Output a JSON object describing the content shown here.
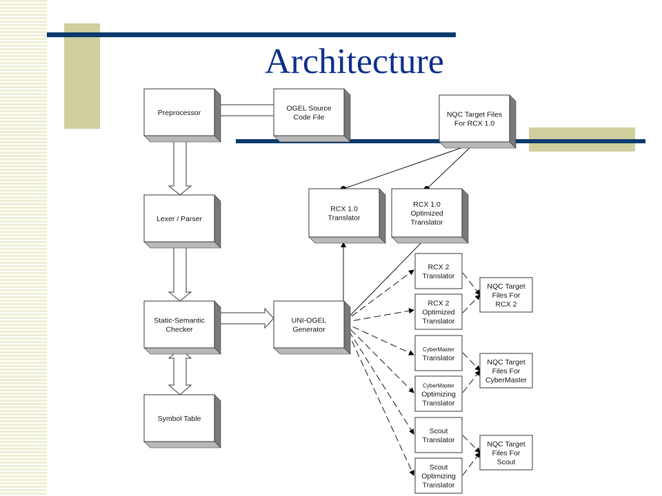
{
  "slide": {
    "title": "Architecture",
    "colors": {
      "title": "#0d2f8a",
      "accent_bar": "#0d3a6e",
      "accent_block": "#cfcf9f",
      "stripes": "#eeeed2"
    }
  },
  "boxes": {
    "preprocessor": [
      "Preprocessor"
    ],
    "ogel_source": [
      "OGEL Source",
      "Code File"
    ],
    "nqc_rcx1": [
      "NQC Target Files",
      "For RCX 1.0"
    ],
    "lexer_parser": [
      "Lexer / Parser"
    ],
    "rcx1_translator": [
      "RCX 1.0",
      "Translator"
    ],
    "rcx1_optimized": [
      "RCX 1.0",
      "Optimized",
      "Translator"
    ],
    "static_semantic": [
      "Static-Semantic",
      "Checker"
    ],
    "uni_ogel": [
      "UNI-OGEL",
      "Generator"
    ],
    "symbol_table": [
      "Symbol Table"
    ],
    "rcx2_translator": [
      "RCX 2",
      "Translator"
    ],
    "rcx2_optimized": [
      "RCX 2",
      "Optimized",
      "Translator"
    ],
    "nqc_rcx2": [
      "NQC Target",
      "Files For",
      "RCX 2"
    ],
    "cybermaster_translator": [
      "CyberMaster",
      "Translator"
    ],
    "cybermaster_optimizing": [
      "CyberMaster",
      "Optimizing",
      "Translator"
    ],
    "nqc_cybermaster": [
      "NQC Target",
      "Files For",
      "CyberMaster"
    ],
    "scout_translator": [
      "Scout",
      "Translator"
    ],
    "scout_optimizing": [
      "Scout",
      "Optimizing",
      "Translator"
    ],
    "nqc_scout": [
      "NQC Target",
      "Files For",
      "Scout"
    ]
  }
}
